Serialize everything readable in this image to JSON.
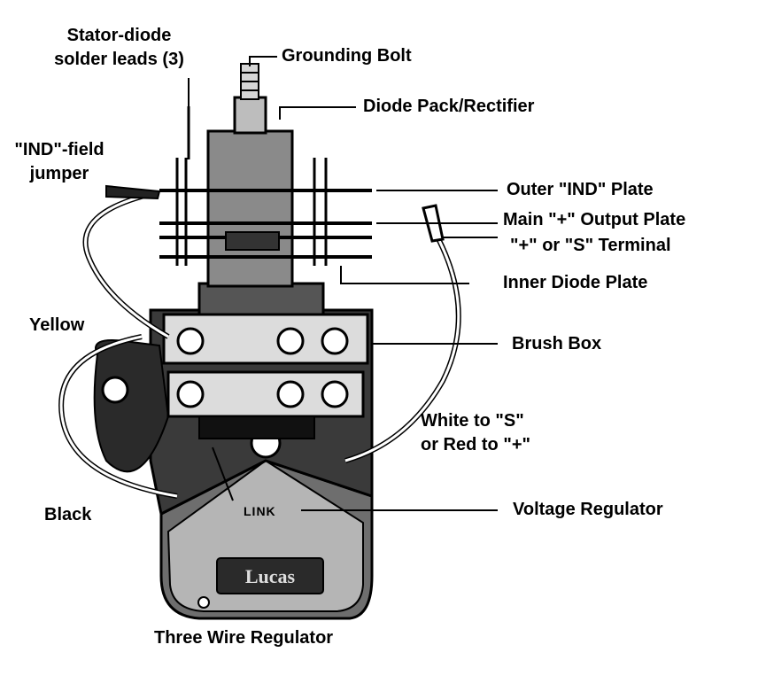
{
  "labels": {
    "stator_line1": "Stator-diode",
    "stator_line2": "solder leads (3)",
    "grounding_bolt": "Grounding Bolt",
    "diode_pack": "Diode Pack/Rectifier",
    "ind_jumper_line1": "\"IND\"-field",
    "ind_jumper_line2": "jumper",
    "outer_ind_plate": "Outer \"IND\" Plate",
    "main_output_plate": "Main \"+\" Output Plate",
    "plus_or_s_terminal": "\"+\" or \"S\" Terminal",
    "inner_diode_plate": "Inner Diode Plate",
    "yellow": "Yellow",
    "brush_box": "Brush Box",
    "white_line1": "White to \"S\"",
    "white_line2": "or Red to \"+\"",
    "black": "Black",
    "link": "LINK",
    "voltage_regulator": "Voltage Regulator",
    "three_wire_regulator": "Three Wire Regulator"
  },
  "logo_text": "Lucas",
  "colors": {
    "ink": "#000000",
    "paper": "#ffffff",
    "metal": "#9a9a9a",
    "dark": "#1a1a1a"
  }
}
